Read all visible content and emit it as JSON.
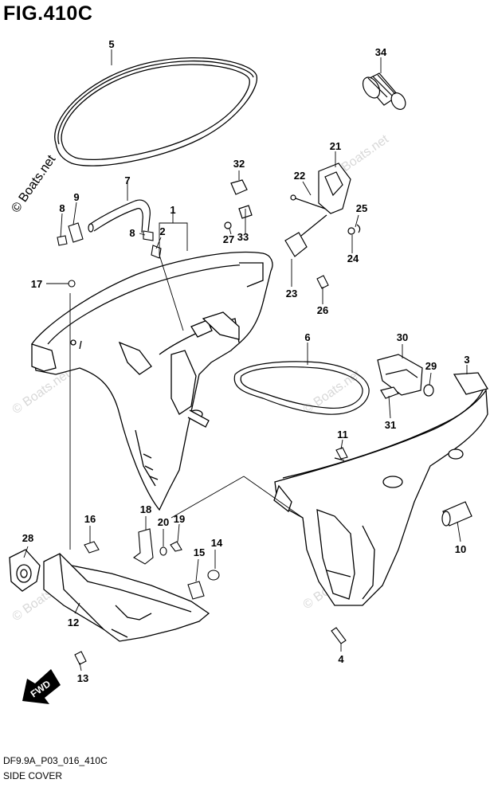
{
  "figure_title": "FIG.410C",
  "footer": {
    "code": "DF9.9A_P03_016_410C",
    "name": "SIDE COVER"
  },
  "watermark": "© Boats.net",
  "direction_label": "FWD",
  "callouts": [
    {
      "id": "c1",
      "label": "1"
    },
    {
      "id": "c2",
      "label": "2"
    },
    {
      "id": "c3",
      "label": "3"
    },
    {
      "id": "c4",
      "label": "4"
    },
    {
      "id": "c5",
      "label": "5"
    },
    {
      "id": "c6",
      "label": "6"
    },
    {
      "id": "c7",
      "label": "7"
    },
    {
      "id": "c8a",
      "label": "8"
    },
    {
      "id": "c8b",
      "label": "8"
    },
    {
      "id": "c9",
      "label": "9"
    },
    {
      "id": "c10",
      "label": "10"
    },
    {
      "id": "c11",
      "label": "11"
    },
    {
      "id": "c12",
      "label": "12"
    },
    {
      "id": "c13",
      "label": "13"
    },
    {
      "id": "c14",
      "label": "14"
    },
    {
      "id": "c15",
      "label": "15"
    },
    {
      "id": "c16",
      "label": "16"
    },
    {
      "id": "c17",
      "label": "17"
    },
    {
      "id": "c18",
      "label": "18"
    },
    {
      "id": "c19",
      "label": "19"
    },
    {
      "id": "c20",
      "label": "20"
    },
    {
      "id": "c21",
      "label": "21"
    },
    {
      "id": "c22",
      "label": "22"
    },
    {
      "id": "c23",
      "label": "23"
    },
    {
      "id": "c24",
      "label": "24"
    },
    {
      "id": "c25",
      "label": "25"
    },
    {
      "id": "c26",
      "label": "26"
    },
    {
      "id": "c27",
      "label": "27"
    },
    {
      "id": "c28",
      "label": "28"
    },
    {
      "id": "c29",
      "label": "29"
    },
    {
      "id": "c30",
      "label": "30"
    },
    {
      "id": "c31",
      "label": "31"
    },
    {
      "id": "c32",
      "label": "32"
    },
    {
      "id": "c33",
      "label": "33"
    },
    {
      "id": "c34",
      "label": "34"
    }
  ]
}
